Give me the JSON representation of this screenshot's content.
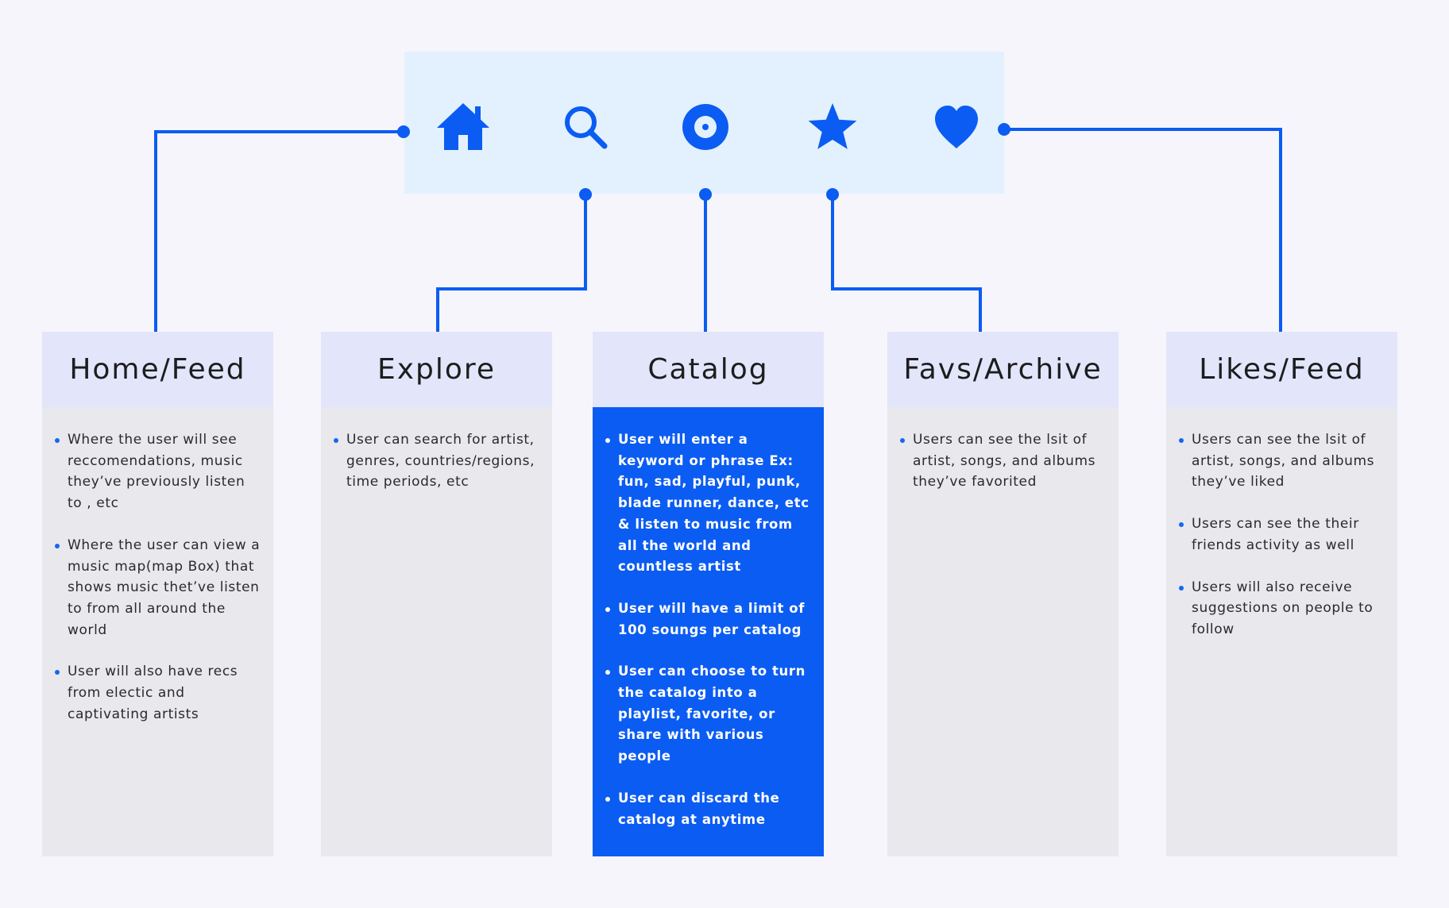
{
  "colors": {
    "accent": "#0b5cf2",
    "background": "#f6f5fb",
    "navbar_bg": "#e3f1fe",
    "card_header_bg": "#e3e6fa",
    "card_body_bg": "#e9e8ec"
  },
  "navbar": {
    "icons": [
      "home-icon",
      "search-icon",
      "disc-icon",
      "star-icon",
      "heart-icon"
    ]
  },
  "sections": [
    {
      "title": "Home/Feed",
      "highlighted": false,
      "bullets": [
        "Where the user will see reccomendations,  music they’ve previously listen to , etc",
        "Where the user can view a music map(map Box) that shows music thet’ve listen to from all around the world",
        "User will also have recs from electic and captivating artists"
      ]
    },
    {
      "title": "Explore",
      "highlighted": false,
      "bullets": [
        "User can search for artist, genres, countries/regions, time periods, etc"
      ]
    },
    {
      "title": "Catalog",
      "highlighted": true,
      "bullets": [
        "User will enter a keyword or phrase Ex: fun, sad, playful, punk, blade runner, dance, etc & listen to music from all the world and countless artist",
        "User will have a limit of 100 soungs per catalog",
        "User can choose to turn the catalog into a playlist, favorite, or share with various people",
        "User can discard the catalog at anytime"
      ]
    },
    {
      "title": "Favs/Archive",
      "highlighted": false,
      "bullets": [
        "Users can see the lsit of artist, songs,  and albums they’ve favorited"
      ]
    },
    {
      "title": "Likes/Feed",
      "highlighted": false,
      "bullets": [
        "Users can see the lsit of artist, songs,  and albums they’ve liked",
        "Users can see the  their friends activity as well",
        "Users will also receive suggestions on people to follow"
      ]
    }
  ]
}
